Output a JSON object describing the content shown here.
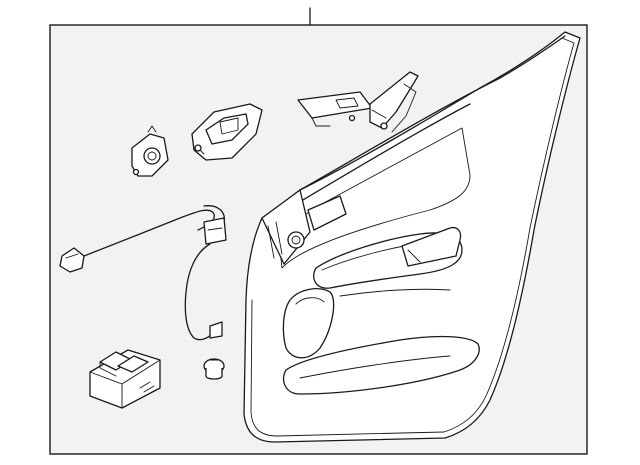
{
  "diagram": {
    "background": "#ffffff",
    "frame_fill": "#f2f2f2",
    "line_color": "#1a1a1a",
    "parts": [
      "door-trim-panel",
      "inside-handle",
      "lock-knob",
      "pull-handle-bracket",
      "wiring-harness",
      "window-switch",
      "retainer-clip"
    ]
  }
}
